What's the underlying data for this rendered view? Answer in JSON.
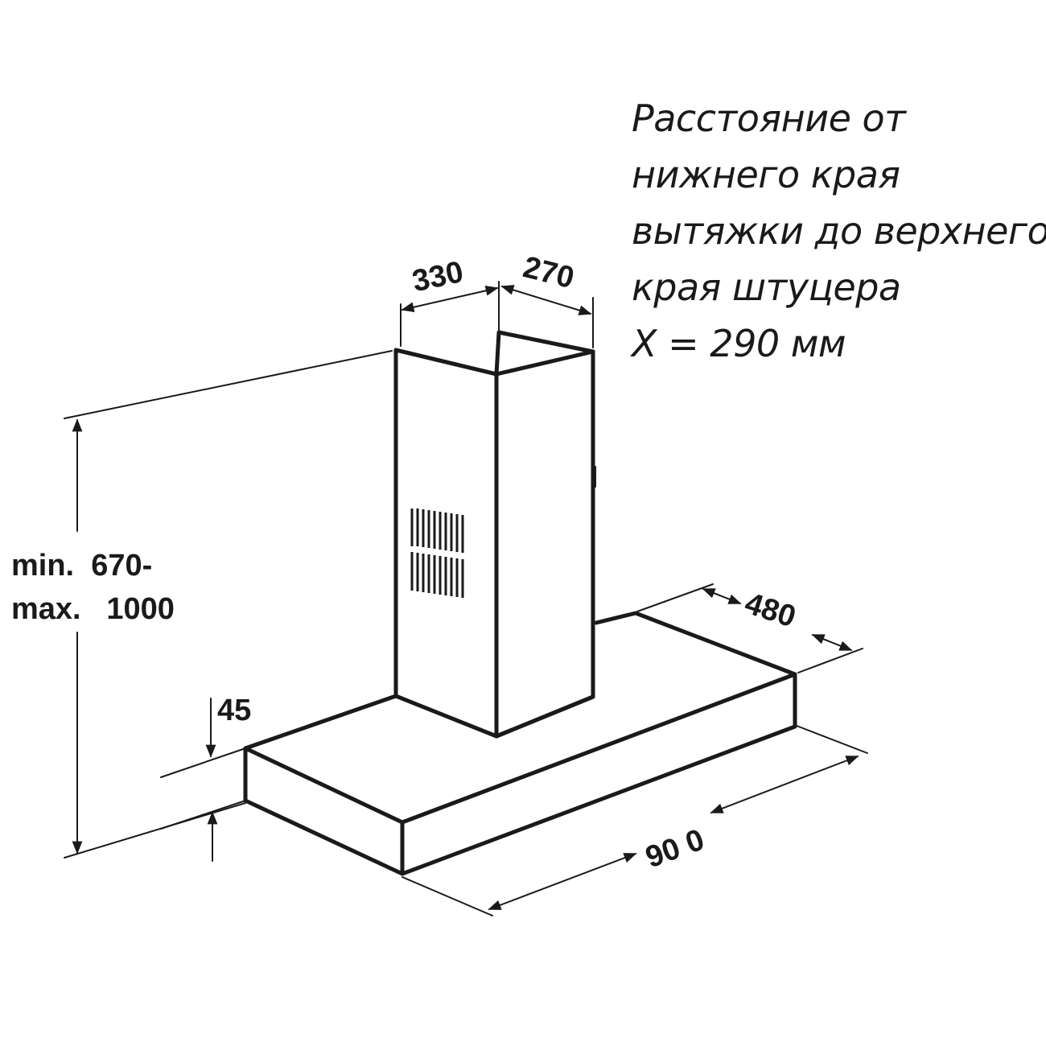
{
  "note": {
    "lines": [
      "Расстояние от",
      "нижнего края",
      "вытяжки до верхнего",
      "края штуцера",
      "X = 290 мм"
    ]
  },
  "dimensions": {
    "chimney_width": "330",
    "chimney_depth": "270",
    "hood_depth": "480",
    "hood_width": "90 0",
    "hood_thickness": "45",
    "height_min_prefix": "min.",
    "height_min_value": "670-",
    "height_max_prefix": "max.",
    "height_max_value": "1000"
  }
}
